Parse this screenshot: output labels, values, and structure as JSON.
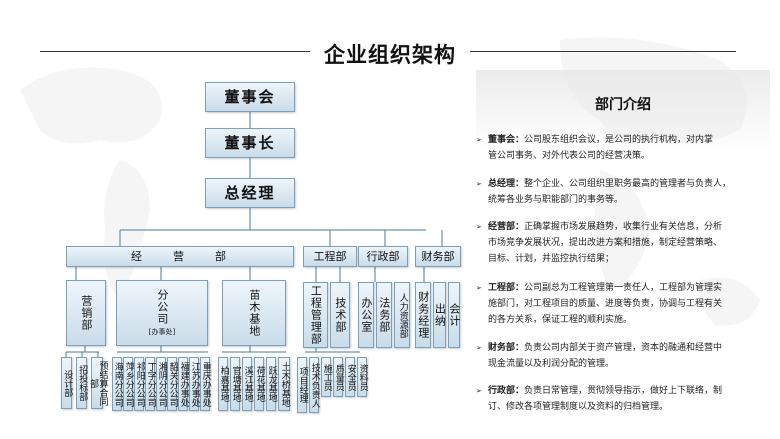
{
  "title": "企业组织架构",
  "top_nodes": [
    "董事会",
    "董事长",
    "总经理"
  ],
  "groups": {
    "operations": {
      "label": "经　　营　　部",
      "units": [
        {
          "label": "营销部",
          "children": [
            "设计部",
            "招投标部",
            "预结算合同部"
          ]
        },
        {
          "label": "分公司",
          "note": "[办事处]",
          "children": [
            "海南分公司",
            "萍乡分公司",
            "祁阳分公司",
            "丁字分公司",
            "湘阴分公司",
            "韶关分公司",
            "福建办事处",
            "江苏办事处",
            "重庆办事处"
          ]
        },
        {
          "label": "苗木基地",
          "children": [
            "柏嘉基地",
            "官塘基地",
            "溪江基地",
            "荷花基地",
            "跃龙基地",
            "土木桥基地"
          ]
        }
      ]
    },
    "engineering": {
      "label": "工程部",
      "units": [
        {
          "label": "工程管理部",
          "children": [
            "项目经理",
            "技术负责人",
            "施工员",
            "质量员",
            "安全员",
            "资料员"
          ]
        },
        {
          "label": "技术部"
        }
      ]
    },
    "admin": {
      "label": "行政部",
      "units": [
        "办公室",
        "法务部",
        "人力资源部"
      ]
    },
    "finance": {
      "label": "财务部",
      "units": [
        "财务经理",
        "出纳",
        "会计"
      ]
    }
  },
  "panel": {
    "title": "部门介绍",
    "items": [
      {
        "name": "董事会：",
        "lines": [
          "公司股东组织会议，是公司的执行机构，对内掌",
          "管公司事务、对外代表公司的经营决策。"
        ]
      },
      {
        "name": "总经理：",
        "lines": [
          "整个企业、公司组织里职务最高的管理者与负责人，",
          "统筹各业务与职能部门的事务等。"
        ]
      },
      {
        "name": "经营部：",
        "lines": [
          "正确掌握市场发展趋势，收集行业有关信息，分析",
          "市场竞争发展状况，提出改进方案和措施，制定经营策略、",
          "目标、计划，并监控执行结果；"
        ]
      },
      {
        "name": "工程部：",
        "lines": [
          "公司副总为工程管理第一责任人，工程部为管理实",
          "施部门，对工程项目的质量、进度等负责，协调与工程有关",
          "的各方关系，保证工程的顺利实施。"
        ]
      },
      {
        "name": "财务部：",
        "lines": [
          "负责公司内部关于资产管理，资本的融通和经营中",
          "现金流量以及利润分配的管理。"
        ]
      },
      {
        "name": "行政部：",
        "lines": [
          "负责日常管理，贯彻领导指示，做好上下联络，制",
          "订、修改各项管理制度以及资料的归档管理。"
        ]
      }
    ]
  }
}
